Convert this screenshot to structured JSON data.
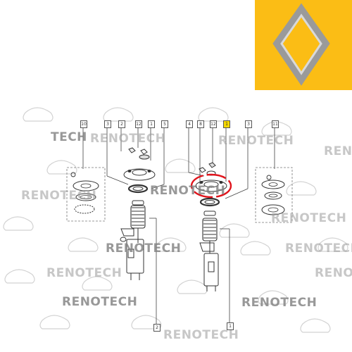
{
  "brand": {
    "logo_bg": "#fbbd15",
    "highlight": "#e0141c"
  },
  "watermarks": [
    {
      "text": "TECH"
    },
    {
      "text": "RENOTECH"
    },
    {
      "text": "RENOTECH"
    },
    {
      "text": "RENOTECH"
    },
    {
      "text": "RENOTECH"
    },
    {
      "text": "RENOTECH"
    },
    {
      "text": "RENOTECH"
    },
    {
      "text": "RENOTECH"
    },
    {
      "text": "RENOTECH"
    },
    {
      "text": "RENOTECH"
    },
    {
      "text": "RENOTECH"
    },
    {
      "text": "RENOTECH"
    },
    {
      "text": "RENOTECH"
    },
    {
      "text": "RENOTECH"
    }
  ],
  "callouts": [
    "10",
    "3",
    "2",
    "12",
    "1",
    "5",
    "4",
    "8",
    "12",
    "1",
    "3",
    "11",
    "2",
    "1"
  ]
}
